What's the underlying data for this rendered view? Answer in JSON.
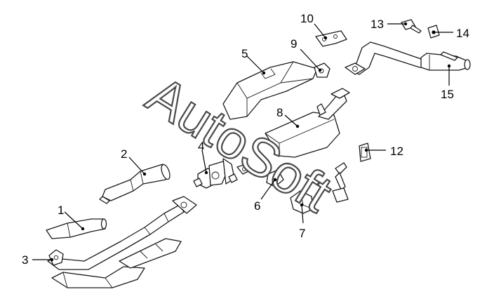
{
  "callouts": [
    "1",
    "2",
    "3",
    "4",
    "5",
    "6",
    "7",
    "8",
    "9",
    "10",
    "12",
    "13",
    "14",
    "15"
  ],
  "watermark": "AutoSoft"
}
